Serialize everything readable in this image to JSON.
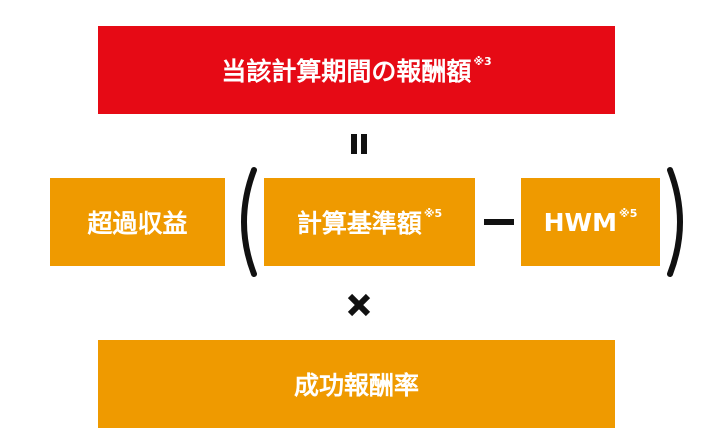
{
  "colors": {
    "result_box": "#e60a15",
    "factor_box": "#ef9a00",
    "text": "#ffffff",
    "symbol": "#111111"
  },
  "result": {
    "label": "当該計算期間の報酬額",
    "note": "※3"
  },
  "equals_sign": "=",
  "excess_return": {
    "label": "超過収益"
  },
  "open_paren": "(",
  "base_amount": {
    "label": "計算基準額",
    "note": "※5"
  },
  "minus_sign": "−",
  "hwm": {
    "label": "HWM",
    "note": "※5"
  },
  "close_paren": ")",
  "times_sign": "×",
  "success_fee_rate": {
    "label": "成功報酬率"
  }
}
